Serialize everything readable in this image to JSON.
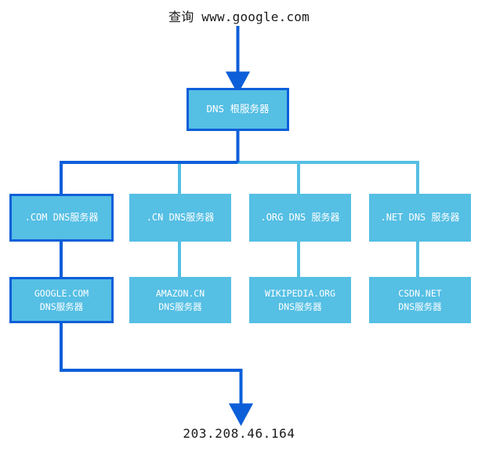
{
  "diagram": {
    "title_caption": "查询 www.google.com",
    "result_caption": "203.208.46.164",
    "colors": {
      "node_fill": "#55bfe4",
      "highlight_border": "#0d5fd9",
      "active_edge": "#0d5fd9",
      "inactive_edge": "#55bfe4",
      "caption_text": "#1a1a1a",
      "node_text": "#ffffff"
    },
    "root": {
      "label": "DNS 根服务器",
      "highlighted": true
    },
    "tld_level": [
      {
        "label": ".COM DNS服务器",
        "highlighted": true
      },
      {
        "label": ".CN DNS服务器",
        "highlighted": false
      },
      {
        "label": ".ORG DNS 服务器",
        "highlighted": false
      },
      {
        "label": ".NET DNS 服务器",
        "highlighted": false
      }
    ],
    "authoritative_level": [
      {
        "label": "GOOGLE.COM\nDNS服务器",
        "highlighted": true
      },
      {
        "label": "AMAZON.CN\nDNS服务器",
        "highlighted": false
      },
      {
        "label": "WIKIPEDIA.ORG\nDNS服务器",
        "highlighted": false
      },
      {
        "label": "CSDN.NET\nDNS服务器",
        "highlighted": false
      }
    ]
  }
}
